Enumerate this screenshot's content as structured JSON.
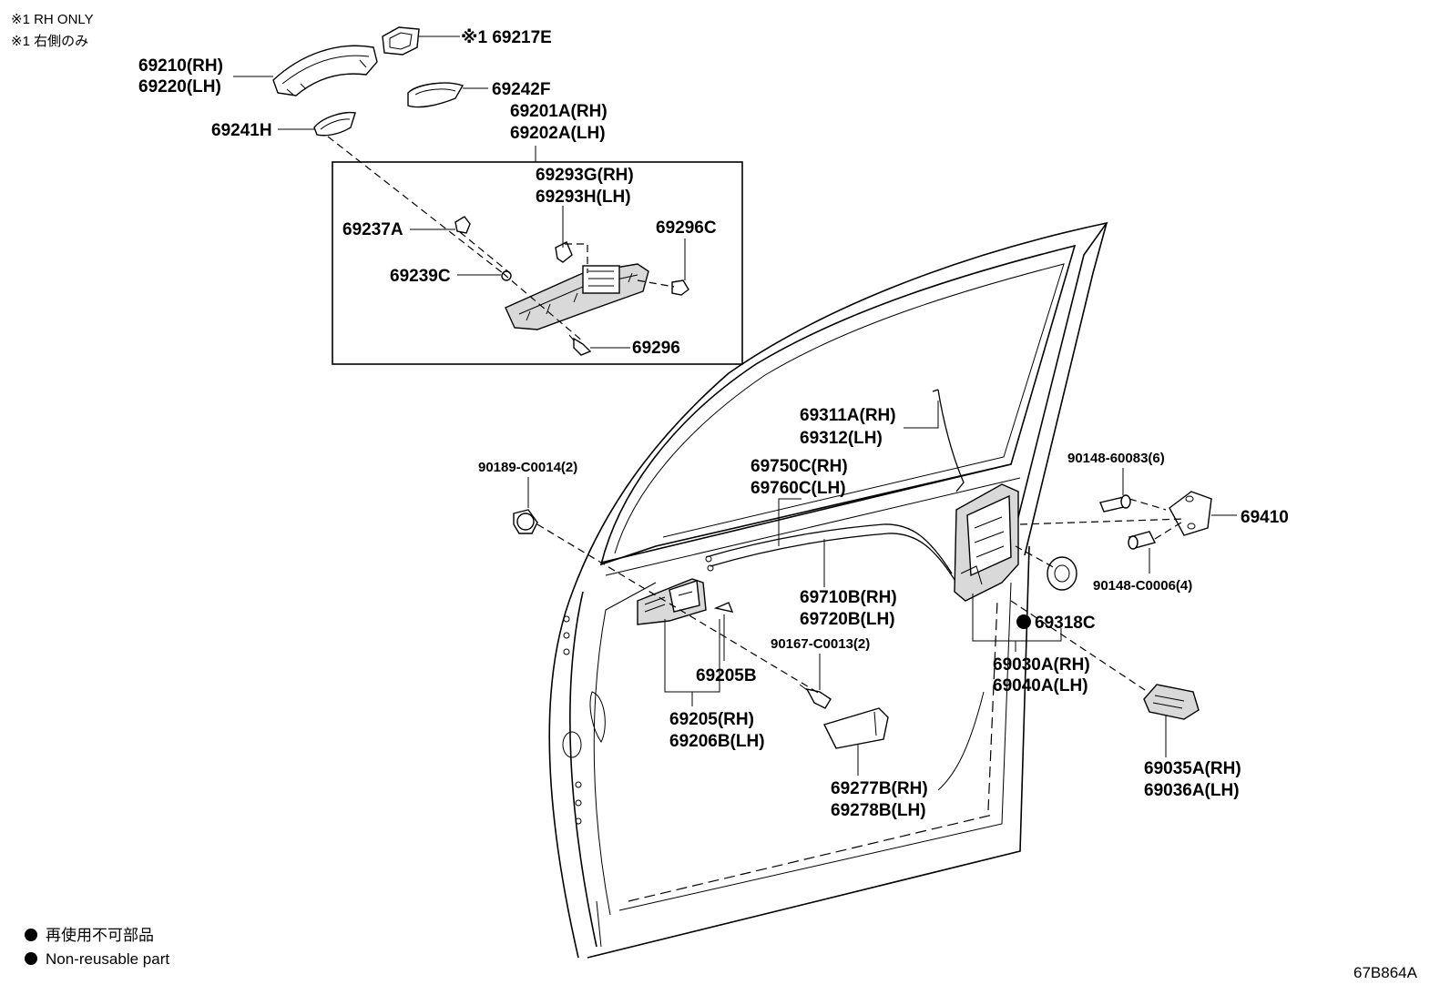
{
  "notes": {
    "rh_only_en": "※1 RH ONLY",
    "rh_only_jp": "※1 右側のみ"
  },
  "legend": {
    "jp": "再使用不可部品",
    "en": "Non-reusable part"
  },
  "figure_id": "67B864A",
  "labels": {
    "p69217E": "※1 69217E",
    "p69210": "69210(RH)",
    "p69220": "69220(LH)",
    "p69242F": "69242F",
    "p69201A": "69201A(RH)",
    "p69202A": "69202A(LH)",
    "p69241H": "69241H",
    "p69293G": "69293G(RH)",
    "p69293H": "69293H(LH)",
    "p69237A": "69237A",
    "p69296C": "69296C",
    "p69239C": "69239C",
    "p69296": "69296",
    "p69311A": "69311A(RH)",
    "p69312": "69312(LH)",
    "p69750C": "69750C(RH)",
    "p69760C": "69760C(LH)",
    "p90189": "90189-C0014(2)",
    "p90148a": "90148-60083(6)",
    "p69410": "69410",
    "p90148b": "90148-C0006(4)",
    "p69710B": "69710B(RH)",
    "p69720B": "69720B(LH)",
    "p69318C": "69318C",
    "p90167": "90167-C0013(2)",
    "p69030A": "69030A(RH)",
    "p69040A": "69040A(LH)",
    "p69205B": "69205B",
    "p69205": "69205(RH)",
    "p69206B": "69206B(LH)",
    "p69035A": "69035A(RH)",
    "p69036A": "69036A(LH)",
    "p69277B": "69277B(RH)",
    "p69278B": "69278B(LH)"
  }
}
